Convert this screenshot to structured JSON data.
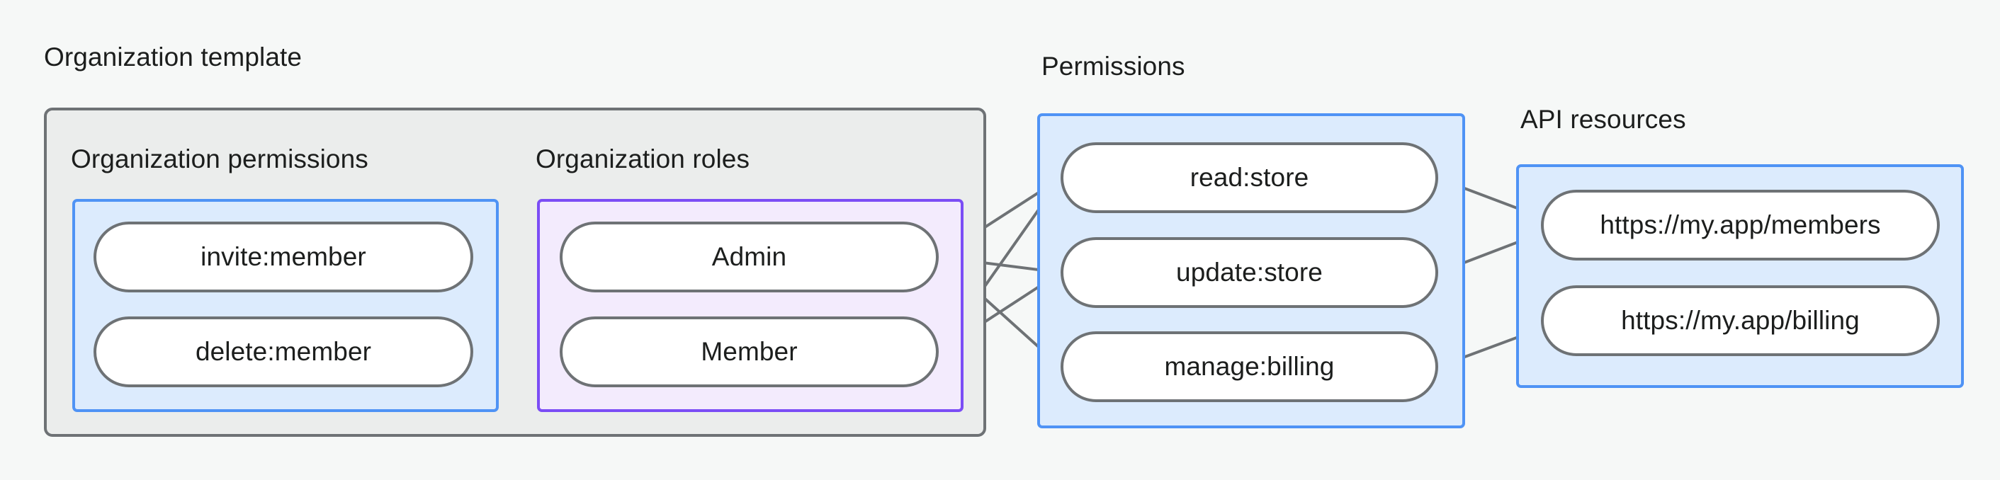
{
  "diagram": {
    "title_groups": {
      "organization_template": "Organization template",
      "permissions": "Permissions",
      "api_resources": "API resources"
    },
    "subgroups": {
      "organization_permissions": "Organization permissions",
      "organization_roles": "Organization roles"
    },
    "colors": {
      "page_background": "#f6f8f7",
      "container_fill": "#ebedec",
      "container_border": "#6e7275",
      "blue_fill": "#dcebfd",
      "blue_border": "#4f93f5",
      "purple_fill": "#f3ebfd",
      "purple_border": "#7b4df5",
      "node_fill": "#ffffff",
      "node_border": "#6e7275",
      "edge": "#6e7275",
      "text": "#1c1e1d"
    },
    "nodes": {
      "organization_permissions": [
        {
          "id": "invite-member",
          "label": "invite:member"
        },
        {
          "id": "delete-member",
          "label": "delete:member"
        }
      ],
      "organization_roles": [
        {
          "id": "admin",
          "label": "Admin"
        },
        {
          "id": "member",
          "label": "Member"
        }
      ],
      "permissions": [
        {
          "id": "read-store",
          "label": "read:store"
        },
        {
          "id": "update-store",
          "label": "update:store"
        },
        {
          "id": "manage-billing",
          "label": "manage:billing"
        }
      ],
      "api_resources": [
        {
          "id": "members-resource",
          "label": "https://my.app/members"
        },
        {
          "id": "billing-resource",
          "label": "https://my.app/billing"
        }
      ]
    },
    "edges": [
      {
        "from": "invite-member",
        "to": "admin"
      },
      {
        "from": "invite-member",
        "to": "member"
      },
      {
        "from": "delete-member",
        "to": "member"
      },
      {
        "from": "admin",
        "to": "read-store"
      },
      {
        "from": "admin",
        "to": "update-store"
      },
      {
        "from": "admin",
        "to": "manage-billing"
      },
      {
        "from": "member",
        "to": "read-store"
      },
      {
        "from": "member",
        "to": "update-store"
      },
      {
        "from": "read-store",
        "to": "members-resource"
      },
      {
        "from": "update-store",
        "to": "members-resource"
      },
      {
        "from": "manage-billing",
        "to": "billing-resource"
      }
    ]
  }
}
